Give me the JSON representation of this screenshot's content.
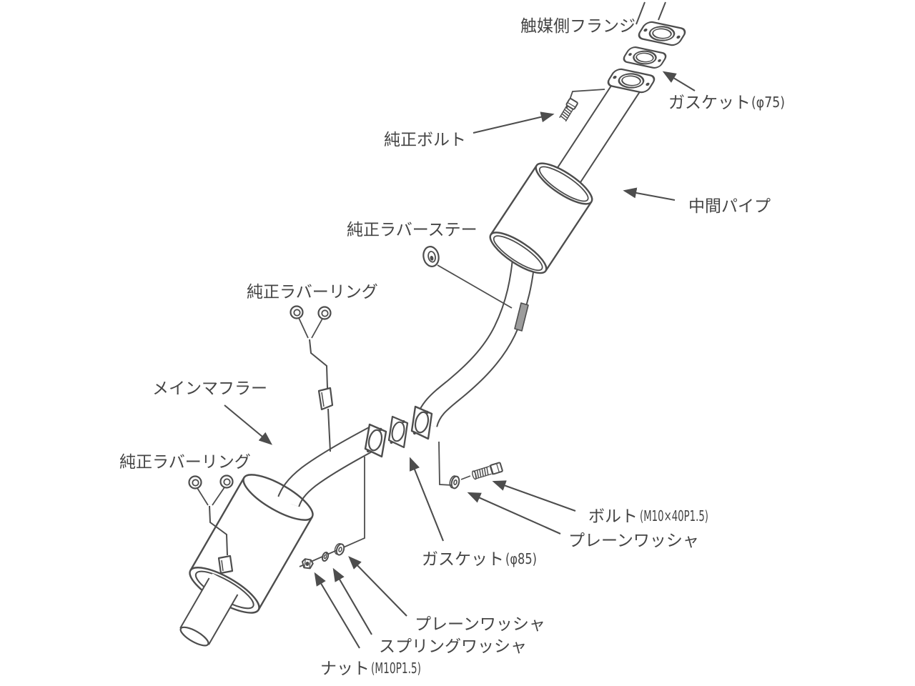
{
  "colors": {
    "background": "#ffffff",
    "line": "#4d4d4d",
    "text": "#454545"
  },
  "labels": {
    "catalyst_flange": "触媒側フランジ",
    "gasket_75": "ガスケット",
    "gasket_75_spec": "(φ75)",
    "stock_bolt": "純正ボルト",
    "center_pipe": "中間パイプ",
    "stock_rubber_stay": "純正ラバーステー",
    "stock_rubber_ring_upper": "純正ラバーリング",
    "main_muffler": "メインマフラー",
    "stock_rubber_ring_lower": "純正ラバーリング",
    "bolt": "ボルト",
    "bolt_spec": "(M10×40P1.5)",
    "plain_washer_upper": "プレーンワッシャ",
    "gasket_85": "ガスケット",
    "gasket_85_spec": "(φ85)",
    "plain_washer_lower": "プレーンワッシャ",
    "spring_washer": "スプリングワッシャ",
    "nut": "ナット",
    "nut_spec": "(M10P1.5)"
  }
}
